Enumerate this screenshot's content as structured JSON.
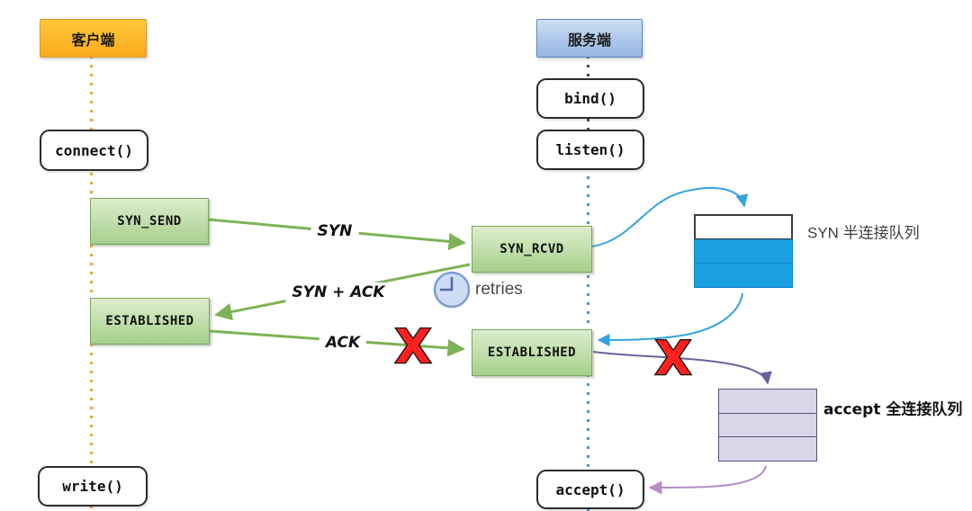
{
  "actors": {
    "client": "客户端",
    "server": "服务端"
  },
  "calls": {
    "connect": "connect()",
    "bind": "bind()",
    "listen": "listen()",
    "write": "write()",
    "accept": "accept()"
  },
  "states": {
    "syn_send": "SYN_SEND",
    "client_established": "ESTABLISHED",
    "syn_rcvd": "SYN_RCVD",
    "server_established": "ESTABLISHED"
  },
  "messages": {
    "syn": "SYN",
    "syn_ack": "SYN + ACK",
    "ack": "ACK"
  },
  "labels": {
    "retries": "retries",
    "syn_queue": "SYN 半连接队列",
    "accept_queue": "accept 全连接队列"
  },
  "marks": {
    "drop": "X"
  },
  "colors": {
    "client-fill-top": "#ffc838",
    "client-fill-bottom": "#f9a91c",
    "client-border": "#d9952f",
    "server-fill-top": "#cfdff2",
    "server-fill-bottom": "#93b5e4",
    "server-border": "#5d87c2",
    "state-fill-top": "#dcedcc",
    "state-fill-bottom": "#a6cf8d",
    "state-border": "#7aa85c",
    "call-border": "#2b2b2b",
    "green-line": "#7db356",
    "blue-line": "#35a3dc",
    "purple-line": "#68619c",
    "lavender-line": "#b48cc8",
    "red-x": "#ff2020",
    "queue-blue": "#1ba0e1",
    "queue-blue-border": "#0f85c4",
    "queue-white-border": "#3c3c3c",
    "accept-queue-fill": "#d9d6ea",
    "accept-queue-border": "#55517a",
    "client-lifeline": "#f2a33c",
    "server-lifeline-top": "#4d4d4d",
    "server-lifeline": "#4e8fd0",
    "clock-fill": "#cdddf5",
    "clock-border": "#7d9ed6",
    "clock-hand": "#4f6f9f",
    "note-gray": "#4a4a4a"
  }
}
